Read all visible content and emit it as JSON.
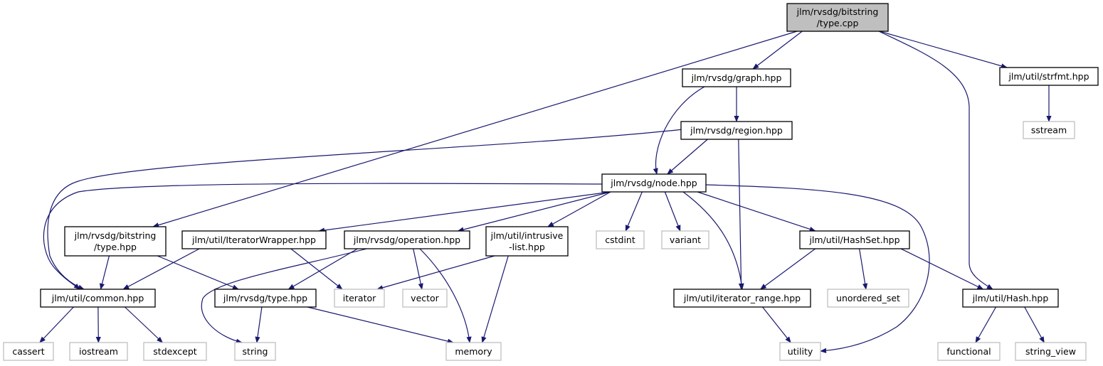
{
  "colors": {
    "edge": "#191970",
    "root_fill": "#bfbfbf",
    "project_border": "#000000",
    "system_border": "#bfbfbf",
    "system_text": "#000000"
  },
  "nodes": [
    {
      "id": "root",
      "lines": [
        "jlm/rvsdg/bitstring",
        "/type.cpp"
      ],
      "kind": "root"
    },
    {
      "id": "graph",
      "lines": [
        "jlm/rvsdg/graph.hpp"
      ],
      "kind": "project"
    },
    {
      "id": "strfmt",
      "lines": [
        "jlm/util/strfmt.hpp"
      ],
      "kind": "project"
    },
    {
      "id": "sstream",
      "lines": [
        "sstream"
      ],
      "kind": "system"
    },
    {
      "id": "region",
      "lines": [
        "jlm/rvsdg/region.hpp"
      ],
      "kind": "project"
    },
    {
      "id": "node",
      "lines": [
        "jlm/rvsdg/node.hpp"
      ],
      "kind": "project"
    },
    {
      "id": "bittype",
      "lines": [
        "jlm/rvsdg/bitstring",
        "/type.hpp"
      ],
      "kind": "project"
    },
    {
      "id": "iterwrap",
      "lines": [
        "jlm/util/IteratorWrapper.hpp"
      ],
      "kind": "project"
    },
    {
      "id": "operation",
      "lines": [
        "jlm/rvsdg/operation.hpp"
      ],
      "kind": "project"
    },
    {
      "id": "intrusive",
      "lines": [
        "jlm/util/intrusive",
        "-list.hpp"
      ],
      "kind": "project"
    },
    {
      "id": "cstdint",
      "lines": [
        "cstdint"
      ],
      "kind": "system"
    },
    {
      "id": "variant",
      "lines": [
        "variant"
      ],
      "kind": "system"
    },
    {
      "id": "hashset",
      "lines": [
        "jlm/util/HashSet.hpp"
      ],
      "kind": "project"
    },
    {
      "id": "common",
      "lines": [
        "jlm/util/common.hpp"
      ],
      "kind": "project"
    },
    {
      "id": "type",
      "lines": [
        "jlm/rvsdg/type.hpp"
      ],
      "kind": "project"
    },
    {
      "id": "iterator",
      "lines": [
        "iterator"
      ],
      "kind": "system"
    },
    {
      "id": "vector",
      "lines": [
        "vector"
      ],
      "kind": "system"
    },
    {
      "id": "iterrange",
      "lines": [
        "jlm/util/iterator_range.hpp"
      ],
      "kind": "project"
    },
    {
      "id": "unordered_set",
      "lines": [
        "unordered_set"
      ],
      "kind": "system"
    },
    {
      "id": "hash",
      "lines": [
        "jlm/util/Hash.hpp"
      ],
      "kind": "project"
    },
    {
      "id": "cassert",
      "lines": [
        "cassert"
      ],
      "kind": "system"
    },
    {
      "id": "iostream",
      "lines": [
        "iostream"
      ],
      "kind": "system"
    },
    {
      "id": "stdexcept",
      "lines": [
        "stdexcept"
      ],
      "kind": "system"
    },
    {
      "id": "string",
      "lines": [
        "string"
      ],
      "kind": "system"
    },
    {
      "id": "memory",
      "lines": [
        "memory"
      ],
      "kind": "system"
    },
    {
      "id": "utility",
      "lines": [
        "utility"
      ],
      "kind": "system"
    },
    {
      "id": "functional",
      "lines": [
        "functional"
      ],
      "kind": "system"
    },
    {
      "id": "string_view",
      "lines": [
        "string_view"
      ],
      "kind": "system"
    }
  ],
  "edges": [
    [
      "root",
      "graph"
    ],
    [
      "root",
      "bittype"
    ],
    [
      "root",
      "hash"
    ],
    [
      "root",
      "strfmt"
    ],
    [
      "graph",
      "region"
    ],
    [
      "graph",
      "node"
    ],
    [
      "strfmt",
      "sstream"
    ],
    [
      "region",
      "node"
    ],
    [
      "region",
      "common"
    ],
    [
      "region",
      "iterrange"
    ],
    [
      "node",
      "common"
    ],
    [
      "node",
      "iterwrap"
    ],
    [
      "node",
      "operation"
    ],
    [
      "node",
      "intrusive"
    ],
    [
      "node",
      "cstdint"
    ],
    [
      "node",
      "variant"
    ],
    [
      "node",
      "iterrange"
    ],
    [
      "node",
      "hashset"
    ],
    [
      "node",
      "utility"
    ],
    [
      "bittype",
      "common"
    ],
    [
      "bittype",
      "type"
    ],
    [
      "iterwrap",
      "common"
    ],
    [
      "iterwrap",
      "iterator"
    ],
    [
      "operation",
      "string"
    ],
    [
      "operation",
      "type"
    ],
    [
      "operation",
      "vector"
    ],
    [
      "operation",
      "memory"
    ],
    [
      "intrusive",
      "iterator"
    ],
    [
      "intrusive",
      "memory"
    ],
    [
      "hashset",
      "iterrange"
    ],
    [
      "hashset",
      "unordered_set"
    ],
    [
      "hashset",
      "hash"
    ],
    [
      "common",
      "cassert"
    ],
    [
      "common",
      "iostream"
    ],
    [
      "common",
      "stdexcept"
    ],
    [
      "type",
      "string"
    ],
    [
      "type",
      "memory"
    ],
    [
      "iterrange",
      "utility"
    ],
    [
      "hash",
      "functional"
    ],
    [
      "hash",
      "string_view"
    ]
  ]
}
